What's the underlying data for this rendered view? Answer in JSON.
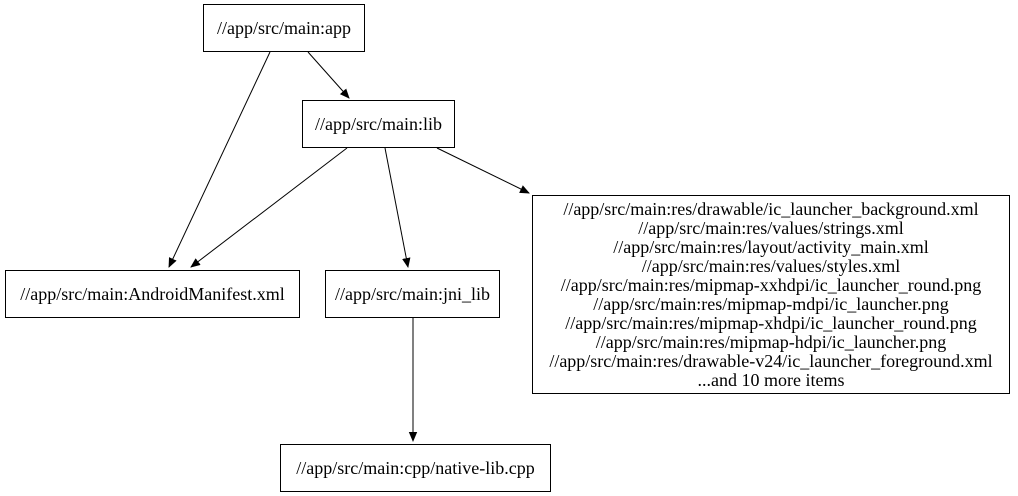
{
  "diagram": {
    "type": "dependency-graph",
    "background_color": "#ffffff",
    "node_border_color": "#000000",
    "node_fill_color": "#ffffff",
    "edge_color": "#000000",
    "text_color": "#000000",
    "nodes": {
      "app": {
        "label": "//app/src/main:app"
      },
      "lib": {
        "label": "//app/src/main:lib"
      },
      "android_manifest": {
        "label": "//app/src/main:AndroidManifest.xml"
      },
      "jni_lib": {
        "label": "//app/src/main:jni_lib"
      },
      "res_files": {
        "lines": [
          "//app/src/main:res/drawable/ic_launcher_background.xml",
          "//app/src/main:res/values/strings.xml",
          "//app/src/main:res/layout/activity_main.xml",
          "//app/src/main:res/values/styles.xml",
          "//app/src/main:res/mipmap-xxhdpi/ic_launcher_round.png",
          "//app/src/main:res/mipmap-mdpi/ic_launcher.png",
          "//app/src/main:res/mipmap-xhdpi/ic_launcher_round.png",
          "//app/src/main:res/mipmap-hdpi/ic_launcher.png",
          "//app/src/main:res/drawable-v24/ic_launcher_foreground.xml",
          "...and 10 more items"
        ]
      },
      "native_lib": {
        "label": "//app/src/main:cpp/native-lib.cpp"
      }
    },
    "edges": [
      {
        "from": "app",
        "to": "lib"
      },
      {
        "from": "app",
        "to": "android_manifest"
      },
      {
        "from": "lib",
        "to": "android_manifest"
      },
      {
        "from": "lib",
        "to": "jni_lib"
      },
      {
        "from": "lib",
        "to": "res_files"
      },
      {
        "from": "jni_lib",
        "to": "native_lib"
      }
    ]
  }
}
